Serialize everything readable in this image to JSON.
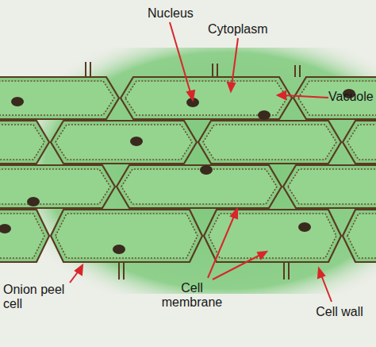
{
  "diagram": {
    "labels": [
      "Nucleus",
      "Cytoplasm",
      "Vacuole",
      "Onion peel cell",
      "Cell membrane",
      "Cell wall"
    ]
  }
}
